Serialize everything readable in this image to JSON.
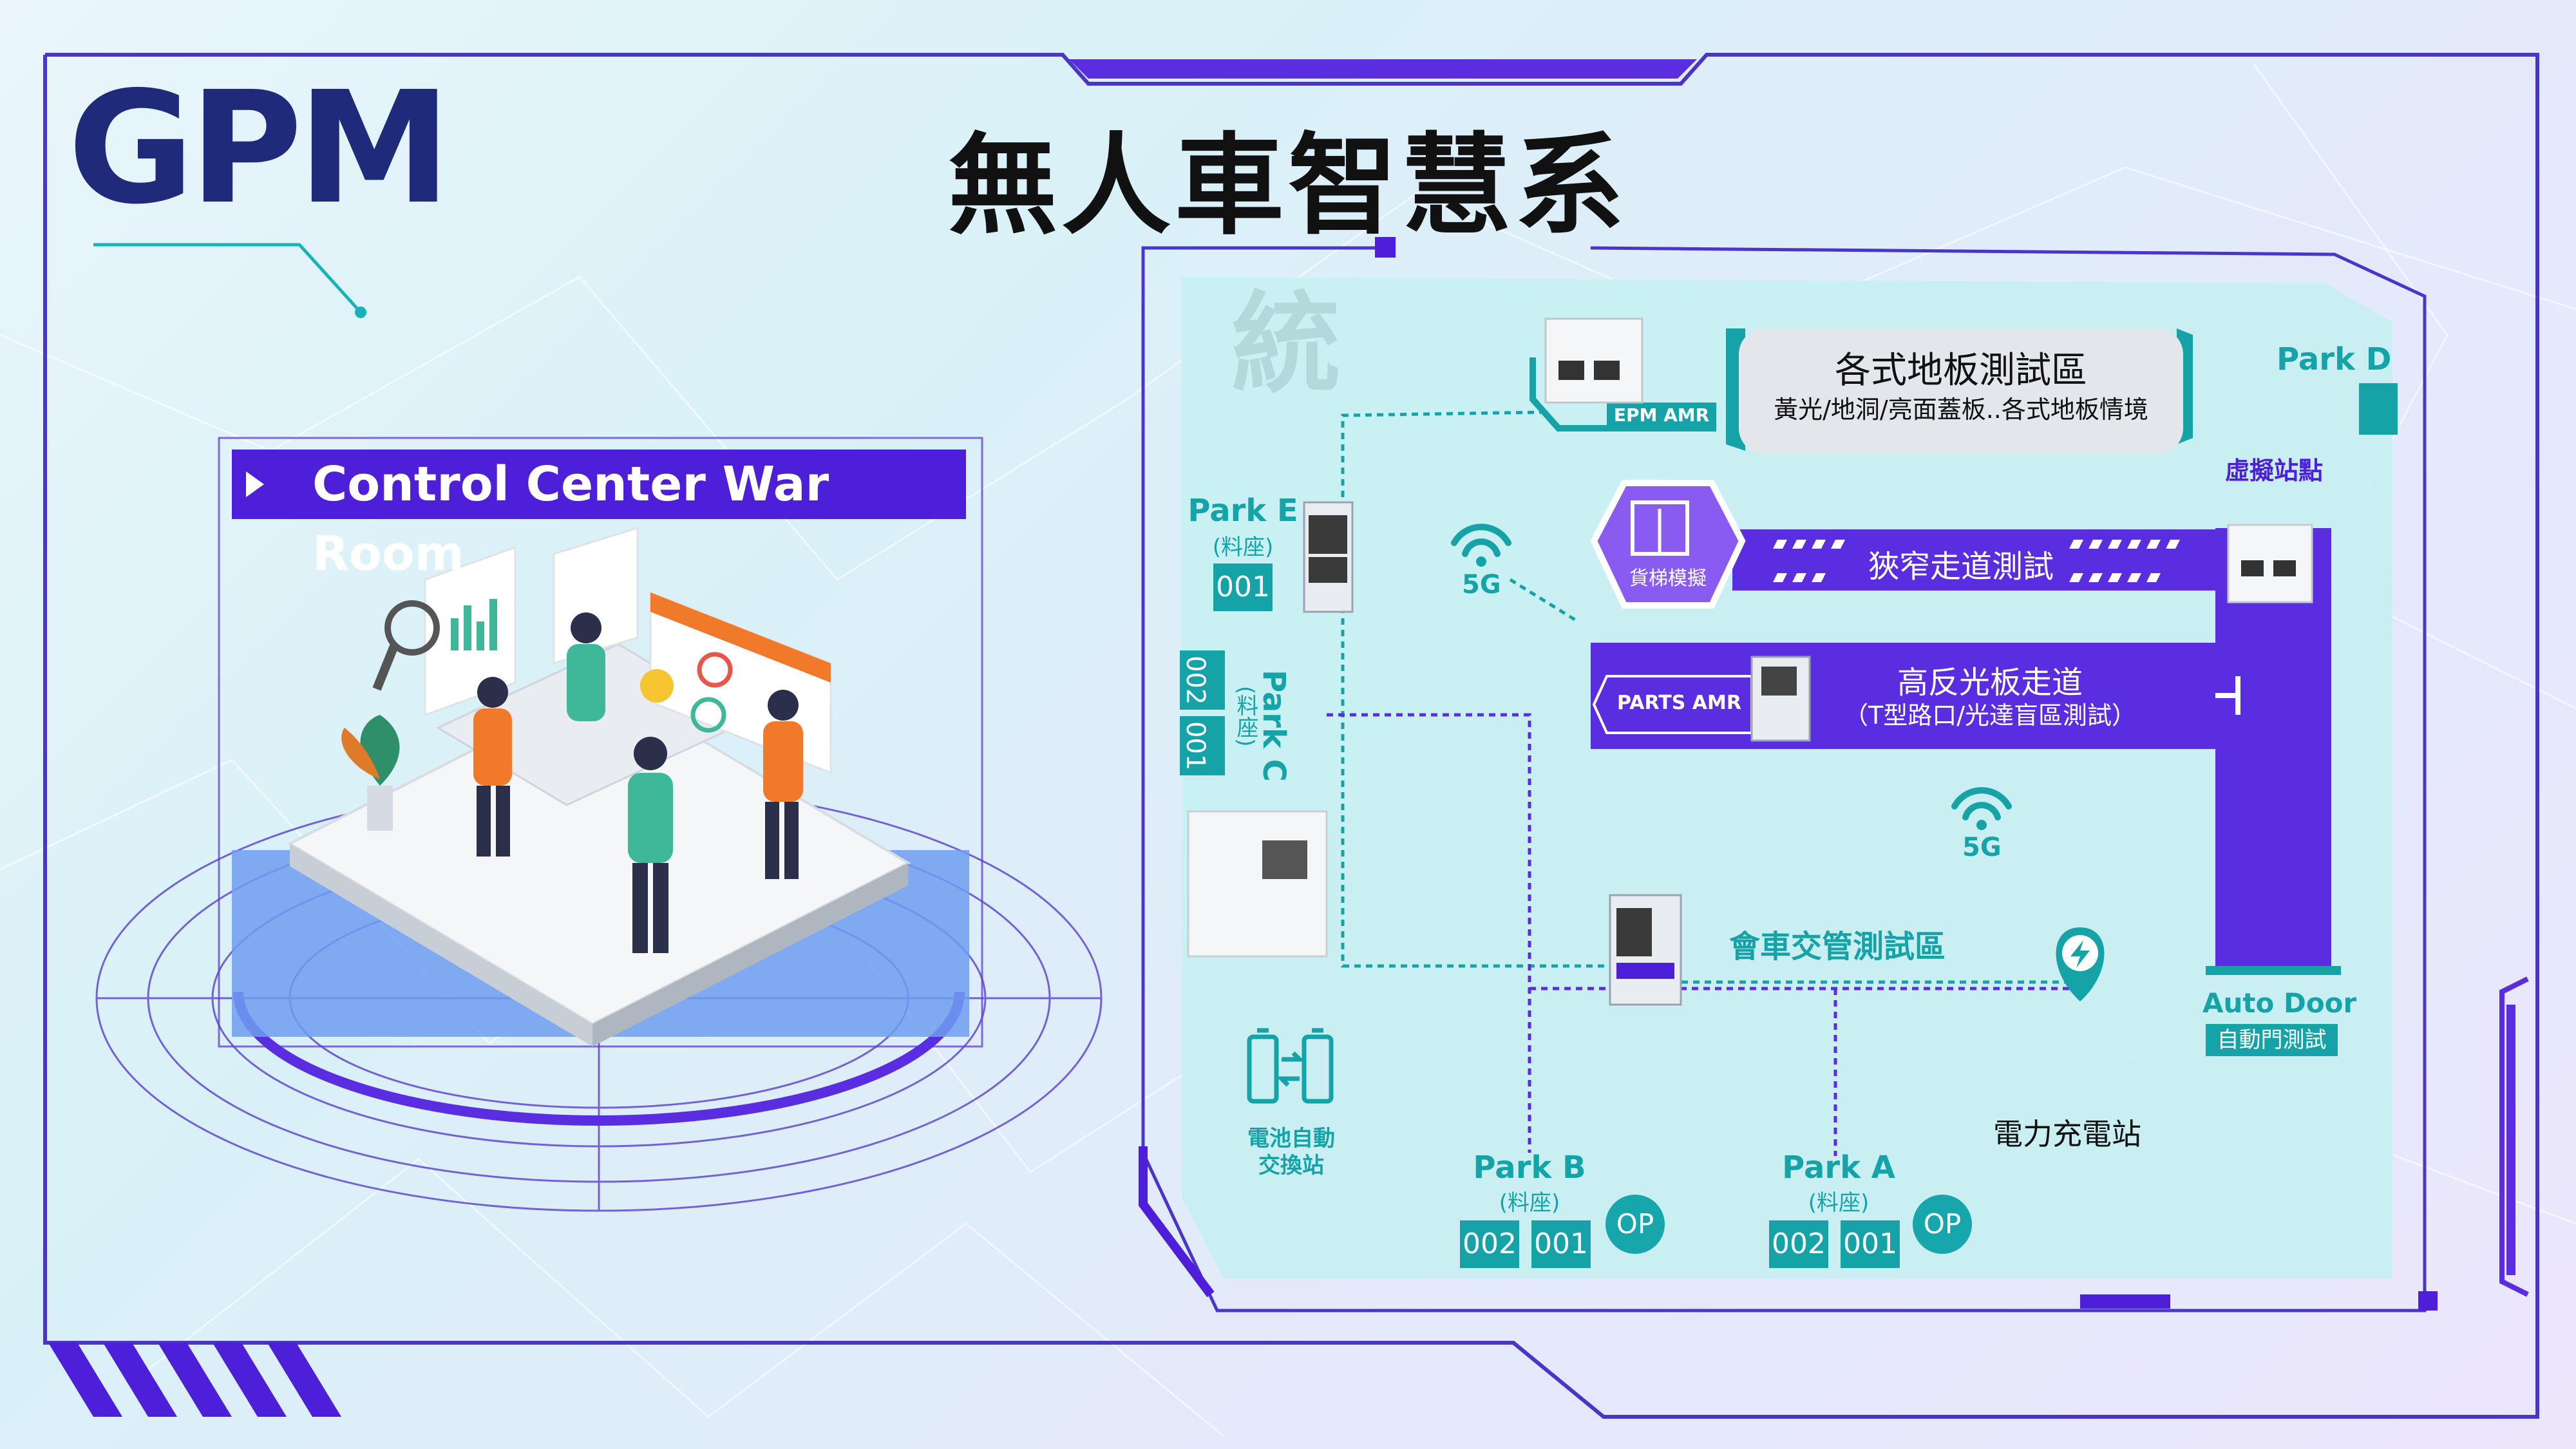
{
  "header": {
    "logo": "GPM",
    "title": "無人車智慧系統"
  },
  "control_center": {
    "label": "Control Center War Room"
  },
  "map": {
    "floor_test": {
      "title": "各式地板測試區",
      "subtitle": "黃光/地洞/亮面蓋板..各式地板情境"
    },
    "epm_amr": "EPM AMR",
    "park_d": "Park D",
    "virtual_station": "虛擬站點",
    "elevator": "貨梯模擬",
    "narrow": "狹窄走道測試",
    "reflective": {
      "title": "高反光板走道",
      "subtitle": "（T型路口/光達盲區測試）"
    },
    "parts_amr": "PARTS AMR",
    "park_e": {
      "name": "Park E",
      "sub": "(料座)",
      "slot": "001"
    },
    "park_c": {
      "name": "Park C",
      "sub": "(料座)",
      "slots": [
        "002",
        "001"
      ]
    },
    "signal": [
      "5G",
      "5G"
    ],
    "traffic": "會車交管測試區",
    "auto_door": {
      "name": "Auto Door",
      "sub": "自動門測試"
    },
    "battery": {
      "line1": "電池自動",
      "line2": "交換站"
    },
    "charging": "電力充電站",
    "park_b": {
      "name": "Park B",
      "sub": "(料座)",
      "slots": [
        "002",
        "001"
      ],
      "op": "OP"
    },
    "park_a": {
      "name": "Park A",
      "sub": "(料座)",
      "slots": [
        "002",
        "001"
      ],
      "op": "OP"
    }
  },
  "colors": {
    "accent_purple": "#5a2ee0",
    "teal": "#16a3a8",
    "logo_navy": "#1f2a7a",
    "map_bg": "#c9f0f3"
  }
}
